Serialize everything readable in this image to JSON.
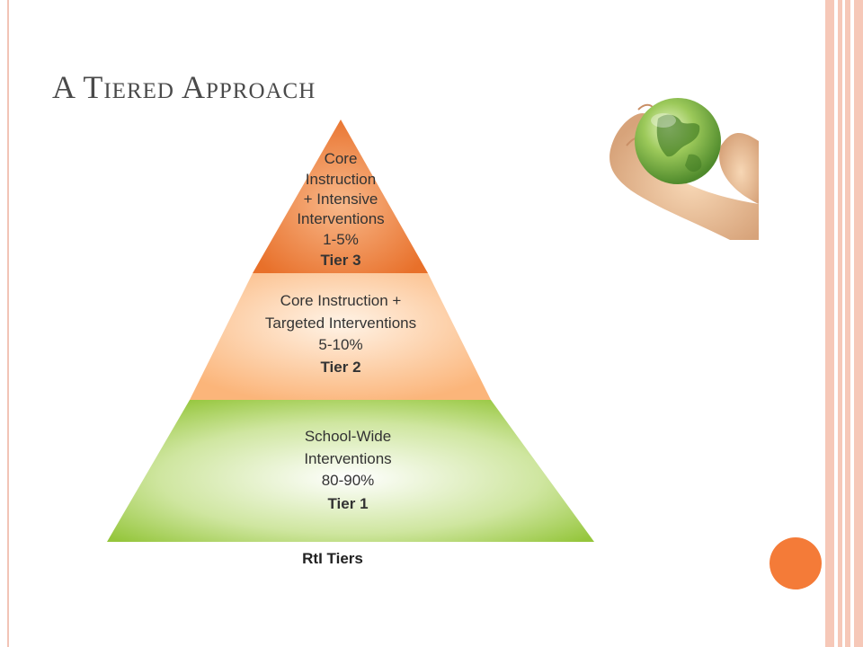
{
  "slide": {
    "title": "A Tiered Approach"
  },
  "pyramid": {
    "caption": "RtI Tiers",
    "tiers": [
      {
        "lines": [
          "Core",
          "Instruction",
          "+ Intensive",
          "Interventions",
          "1-5%"
        ],
        "label": "Tier 3",
        "color": "#ee8540"
      },
      {
        "lines": [
          "Core Instruction +",
          "Targeted Interventions",
          "5-10%"
        ],
        "label": "Tier 2",
        "color": "#fbbd86"
      },
      {
        "lines": [
          "School-Wide",
          "Interventions",
          "80-90%"
        ],
        "label": "Tier 1",
        "color": "#a4cf4c"
      }
    ]
  },
  "decor": {
    "accent_color": "#f47b38",
    "image": "hands-holding-globe"
  }
}
